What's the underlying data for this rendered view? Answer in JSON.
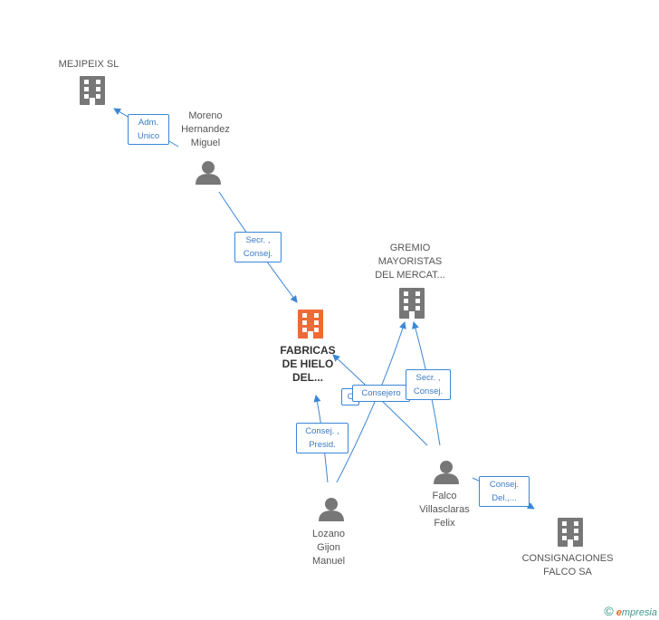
{
  "nodes": {
    "mejipeix": {
      "label": "MEJIPEIX SL"
    },
    "moreno": {
      "label_lines": [
        "Moreno",
        "Hernandez",
        "Miguel"
      ]
    },
    "fabricas": {
      "label_lines": [
        "FABRICAS",
        "DE HIELO",
        "DEL..."
      ]
    },
    "gremio": {
      "label_lines": [
        "GREMIO",
        "MAYORISTAS",
        "DEL MERCAT..."
      ]
    },
    "lozano": {
      "label_lines": [
        "Lozano",
        "Gijon",
        "Manuel"
      ]
    },
    "falco": {
      "label_lines": [
        "Falco",
        "Villasclaras",
        "Felix"
      ]
    },
    "consignaciones": {
      "label_lines": [
        "CONSIGNACIONES",
        "FALCO SA"
      ]
    }
  },
  "edges": {
    "moreno_mejipeix": {
      "lines": [
        "Adm.",
        "Unico"
      ]
    },
    "moreno_fabricas": {
      "lines": [
        "Secr. ,",
        "Consej."
      ]
    },
    "lozano_fabricas": {
      "lines": [
        "Consej. ,",
        "Presid."
      ]
    },
    "lozano_gremio": {
      "lines": [
        "Consejero"
      ]
    },
    "falco_fabricas": {
      "lines": [
        "C"
      ]
    },
    "falco_gremio": {
      "lines": [
        "Secr. ,",
        "Consej."
      ]
    },
    "falco_consignaciones": {
      "lines": [
        "Consej.",
        "Del.,..."
      ]
    }
  },
  "footer": {
    "copyright": "©",
    "brand_e": "e",
    "brand_rest": "mpresia"
  },
  "colors": {
    "company": "#777777",
    "main_company": "#f06a35",
    "person": "#777777",
    "edge": "#3a86d6"
  }
}
